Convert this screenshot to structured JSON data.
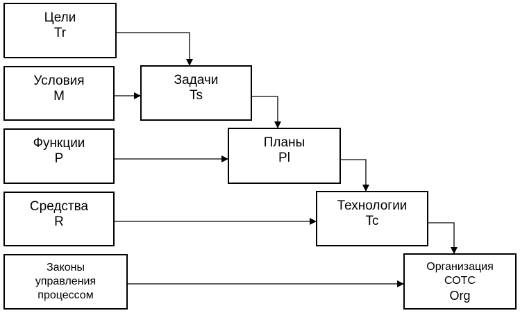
{
  "nodes": {
    "goals": {
      "line1": "Цели",
      "line2": "Tr"
    },
    "conditions": {
      "line1": "Условия",
      "line2": "M"
    },
    "functions": {
      "line1": "Функции",
      "line2": "P"
    },
    "means": {
      "line1": "Средства",
      "line2": "R"
    },
    "laws": {
      "line1": "Законы",
      "line2": "управления",
      "line3": "процессом"
    },
    "tasks": {
      "line1": "Задачи",
      "line2": "Ts"
    },
    "plans": {
      "line1": "Планы",
      "line2": "Pl"
    },
    "technologies": {
      "line1": "Технологии",
      "line2": "Tc"
    },
    "organization": {
      "line1": "Организация",
      "line2": "СОТС",
      "line3": "Org"
    }
  },
  "connections": [
    {
      "from": "goals",
      "to": "tasks"
    },
    {
      "from": "conditions",
      "to": "tasks"
    },
    {
      "from": "tasks",
      "to": "plans"
    },
    {
      "from": "functions",
      "to": "plans"
    },
    {
      "from": "plans",
      "to": "technologies"
    },
    {
      "from": "means",
      "to": "technologies"
    },
    {
      "from": "technologies",
      "to": "organization"
    },
    {
      "from": "laws",
      "to": "organization"
    }
  ]
}
